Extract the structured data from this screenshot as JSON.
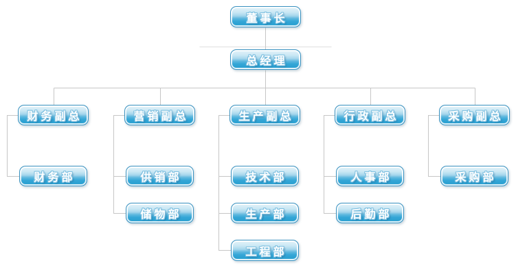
{
  "org": {
    "chairman": {
      "label": "董事长"
    },
    "general_manager": {
      "label": "总经理"
    },
    "branches": [
      {
        "label": "财务副总",
        "children": [
          {
            "label": "财务部"
          }
        ]
      },
      {
        "label": "营销副总",
        "children": [
          {
            "label": "供销部"
          },
          {
            "label": "储物部"
          }
        ]
      },
      {
        "label": "生产副总",
        "children": [
          {
            "label": "技术部"
          },
          {
            "label": "生产部"
          },
          {
            "label": "工程部"
          }
        ]
      },
      {
        "label": "行政副总",
        "children": [
          {
            "label": "人事部"
          },
          {
            "label": "后勤部"
          }
        ]
      },
      {
        "label": "采购副总",
        "children": [
          {
            "label": "采购部"
          }
        ]
      }
    ]
  },
  "colors": {
    "background": "#ffffff",
    "node_border": "#3a92c0",
    "node_fill_top": "#e6f4fa",
    "node_fill_bottom": "#2ba0d1",
    "node_text": "#ffffff",
    "node_text_halo": "#7fc0e0",
    "connector": "#c6c6c6",
    "connector_faint": "#dedede"
  }
}
